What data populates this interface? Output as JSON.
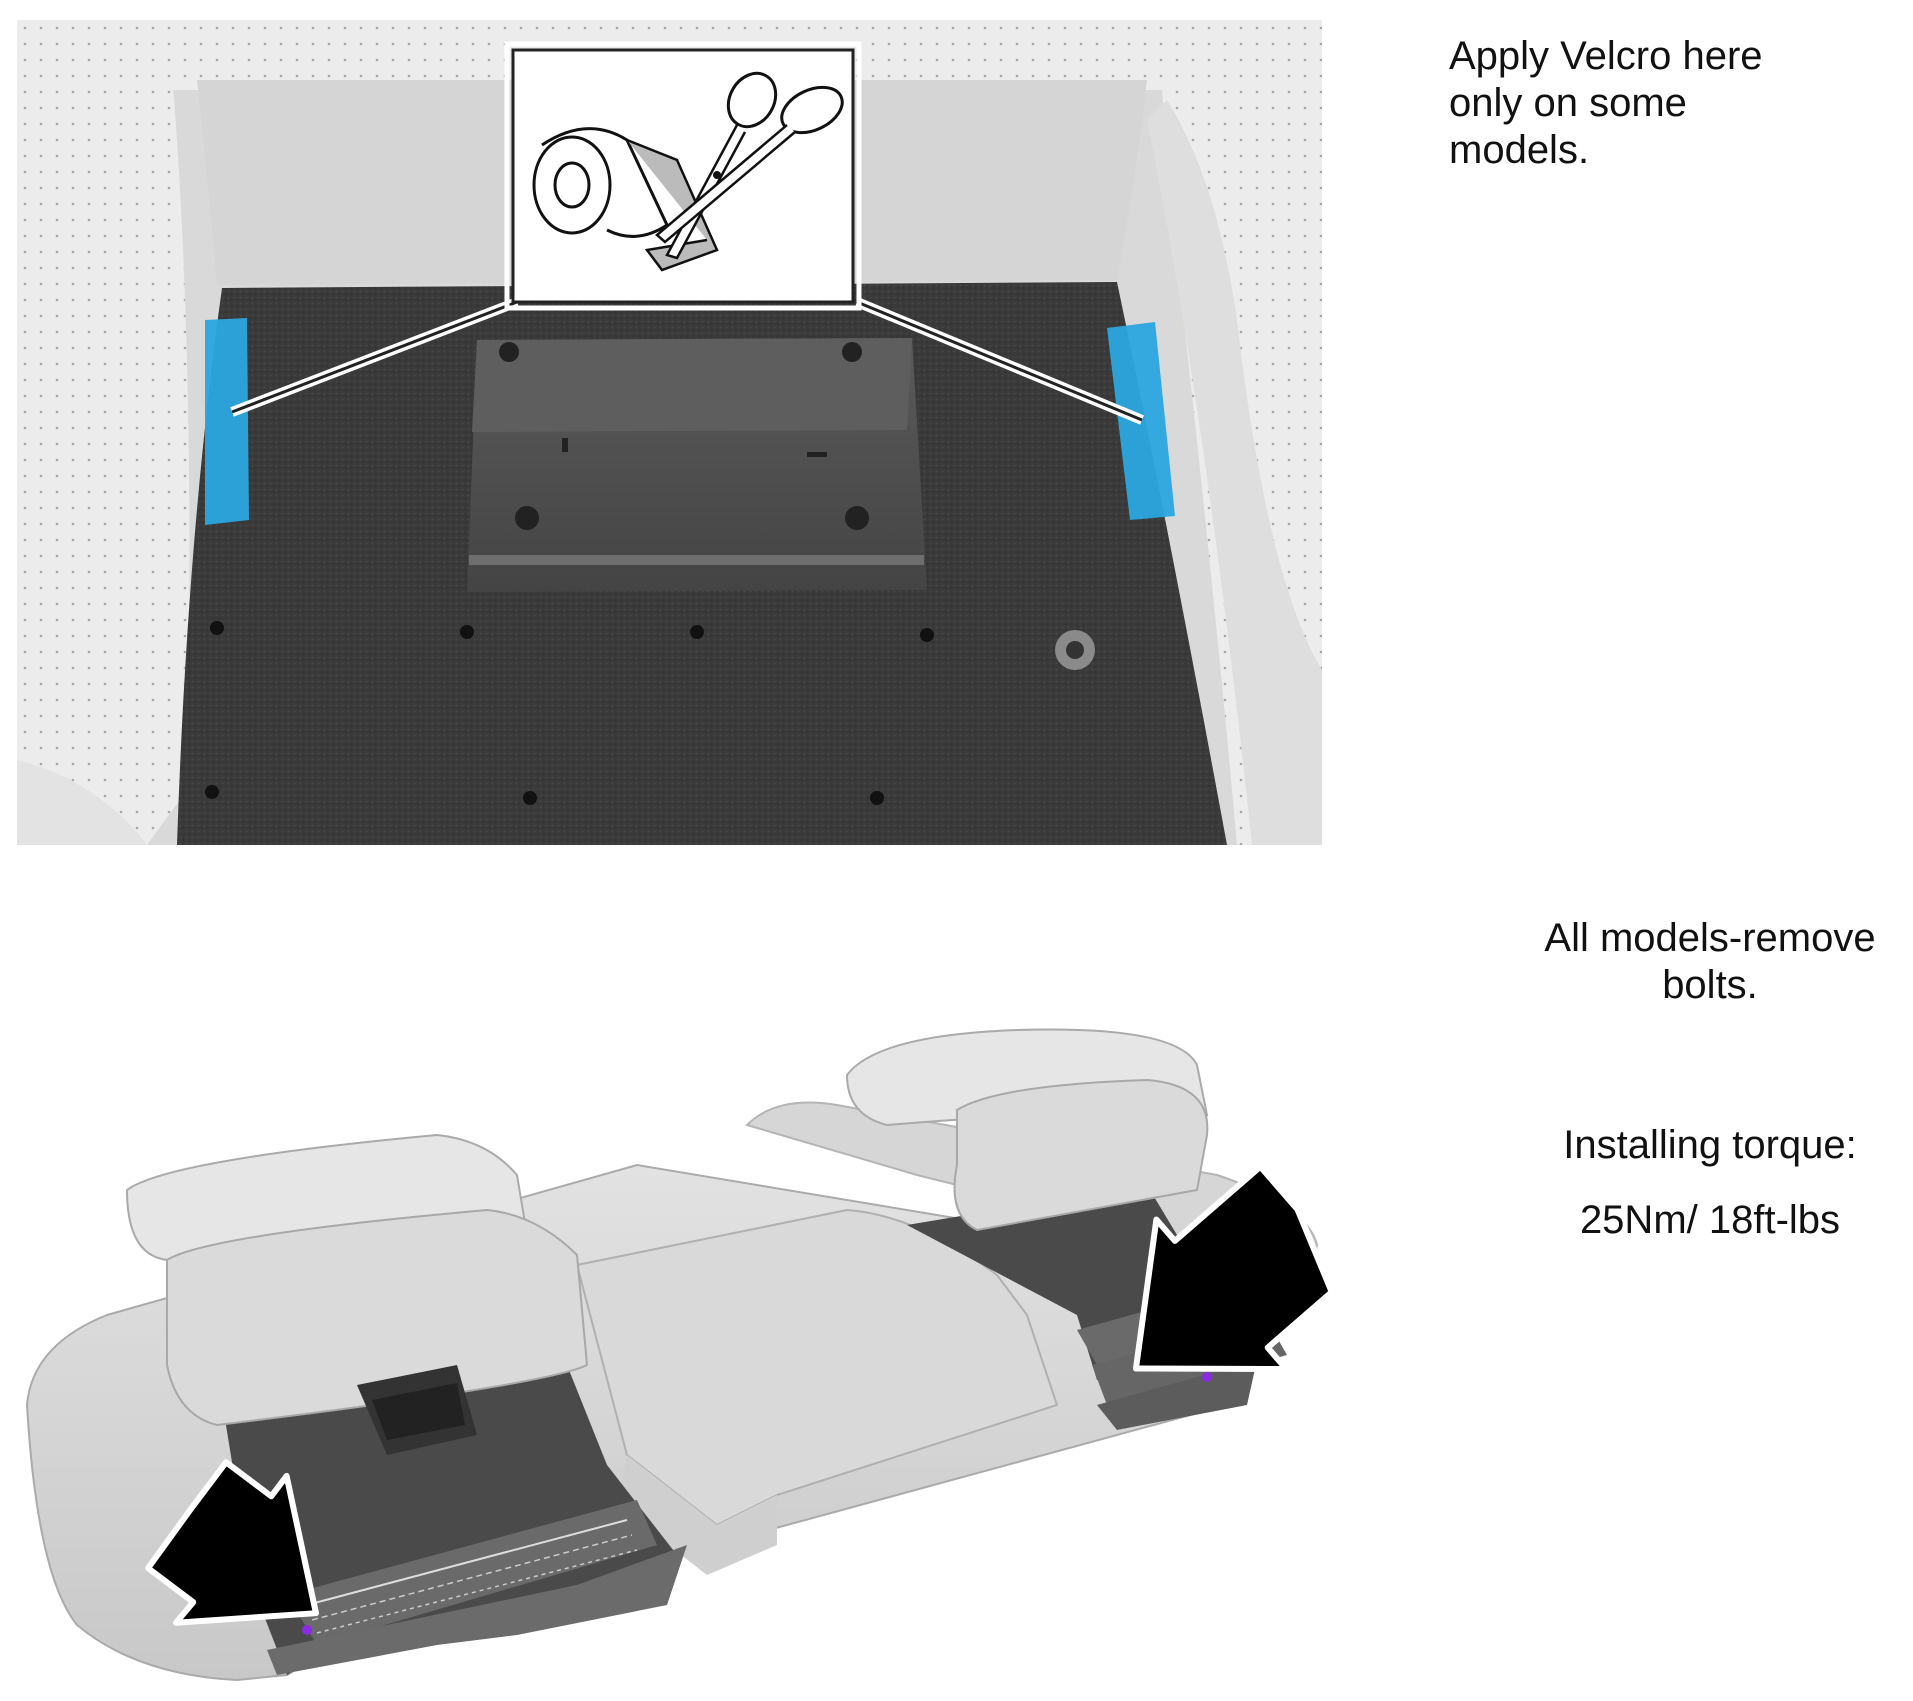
{
  "velcro_note": {
    "lines": [
      "Apply Velcro here",
      "only on some",
      "models."
    ]
  },
  "bolts_note": {
    "lines": [
      "All models-remove",
      "bolts."
    ]
  },
  "torque_note": {
    "label": "Installing torque:",
    "value": "25Nm/ 18ft-lbs"
  },
  "colors": {
    "velcro_highlight": "#2aa7e0",
    "bolt_marker": "#8a2be2",
    "arrow": "#000000"
  },
  "icons": [
    "velcro-tape-roll-icon",
    "scissors-icon",
    "arrow-icon"
  ]
}
